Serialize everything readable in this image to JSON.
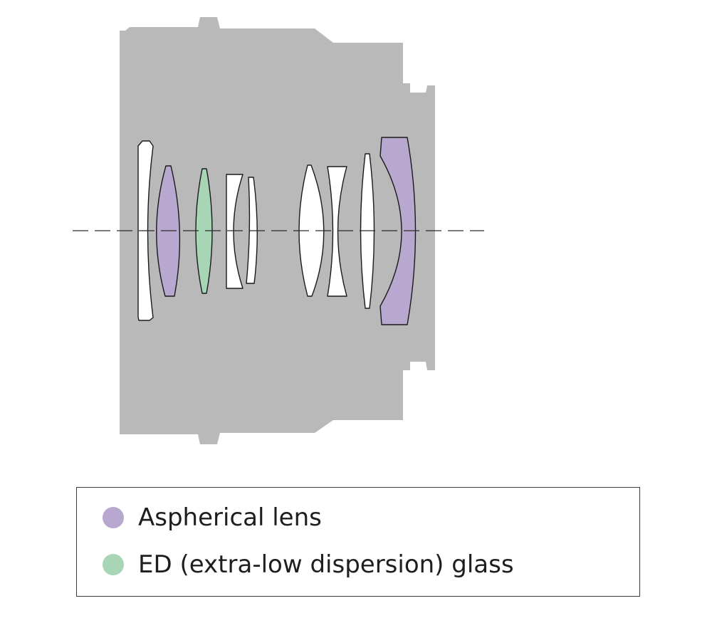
{
  "colors": {
    "barrel": "#b9b9b9",
    "aspherical": "#b8a8cf",
    "ed": "#a7d5b5",
    "regular": "#ffffff",
    "outline": "#1a1a1a"
  },
  "lenses": [
    {
      "name": "lens-element-1",
      "glass": "regular"
    },
    {
      "name": "lens-element-2",
      "glass": "aspherical"
    },
    {
      "name": "lens-element-3",
      "glass": "ed"
    },
    {
      "name": "lens-element-4",
      "glass": "regular"
    },
    {
      "name": "lens-element-5",
      "glass": "regular"
    },
    {
      "name": "lens-element-6",
      "glass": "regular"
    },
    {
      "name": "lens-element-7",
      "glass": "regular"
    },
    {
      "name": "lens-element-8",
      "glass": "regular"
    },
    {
      "name": "lens-element-9",
      "glass": "aspherical"
    }
  ],
  "legend": {
    "items": [
      {
        "label": "Aspherical lens",
        "color_key": "aspherical"
      },
      {
        "label": "ED (extra-low dispersion) glass",
        "color_key": "ed"
      }
    ]
  }
}
